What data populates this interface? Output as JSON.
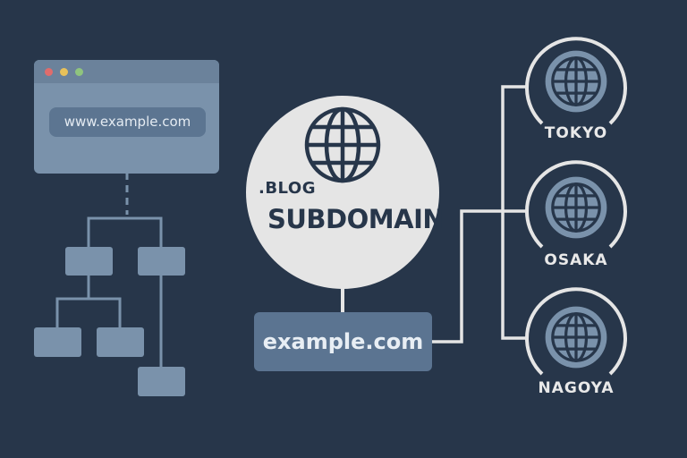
{
  "browser": {
    "url": "www.example.com"
  },
  "hub": {
    "tld": ".BLOG",
    "label": "SUBDOMAIN",
    "icon": "globe-icon"
  },
  "domain_box": {
    "label": "example.com"
  },
  "cities": [
    {
      "name": "TOKYO",
      "icon": "globe-icon"
    },
    {
      "name": "OSAKA",
      "icon": "globe-icon"
    },
    {
      "name": "NAGOYA",
      "icon": "globe-icon"
    }
  ],
  "colors": {
    "background": "#27364a",
    "node": "#7a92ab",
    "hub": "#e5e5e5",
    "domain_box": "#5b7491",
    "line": "#e5e5e5"
  }
}
